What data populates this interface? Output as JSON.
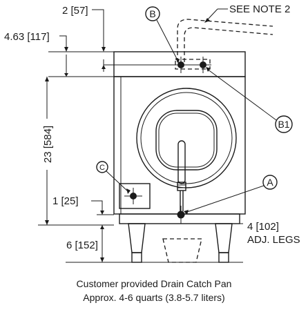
{
  "dimensions": {
    "top_offset": "2 [57]",
    "top_height": "4.63 [117]",
    "body_height": "23 [584]",
    "bottom_offset": "1 [25]",
    "leg_height": "6 [152]",
    "leg_adjust_line1": "4 [102]",
    "leg_adjust_line2": "ADJ. LEGS"
  },
  "note": "SEE NOTE 2",
  "callouts": {
    "a": "A",
    "b": "B",
    "b1": "B1",
    "c": "C"
  },
  "caption": {
    "line1": "Customer provided Drain Catch Pan",
    "line2": "Approx. 4-6 quarts (3.8-5.7 liters)"
  }
}
